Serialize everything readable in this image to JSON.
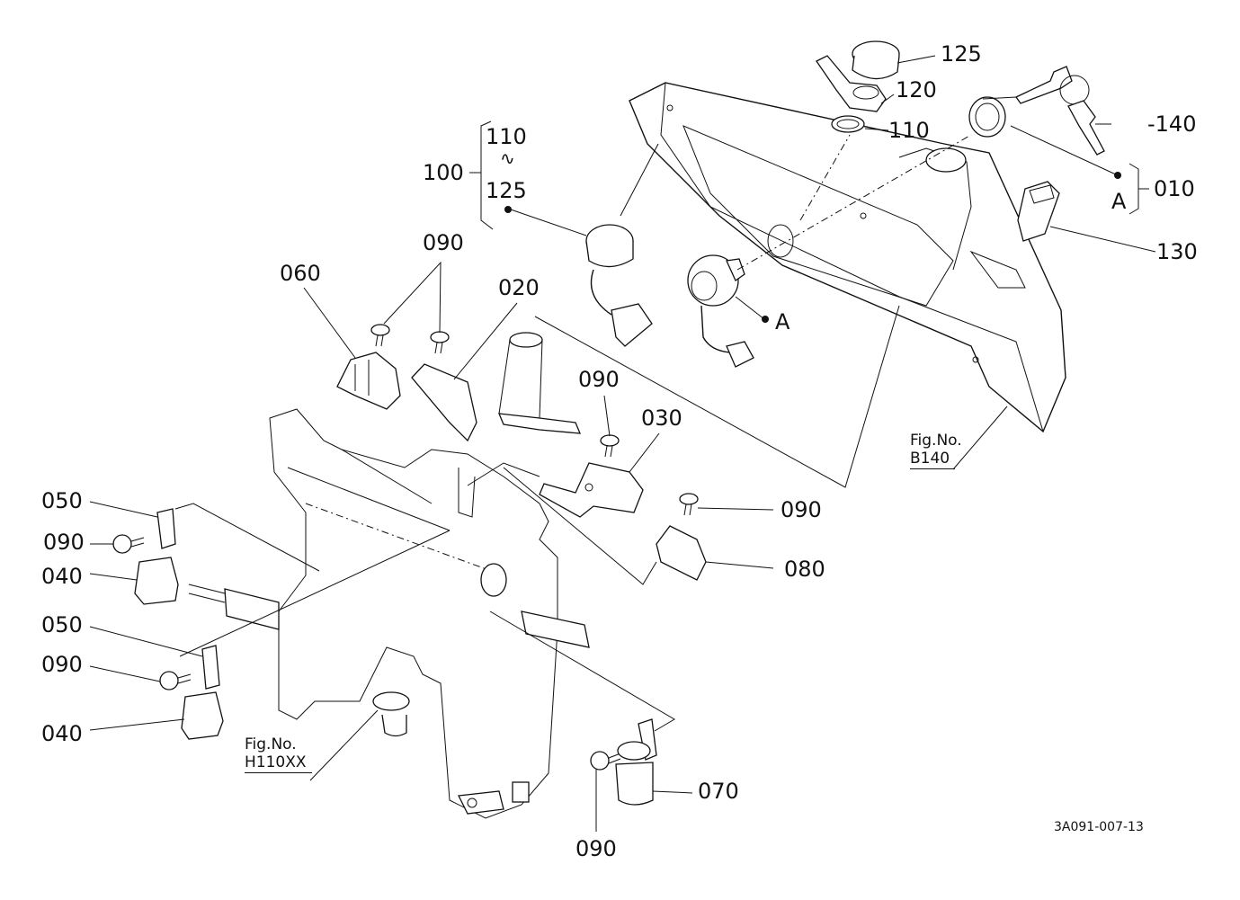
{
  "diagram": {
    "drawing_code": "3A091-007-13",
    "callouts": [
      {
        "id": "c125",
        "text": "125"
      },
      {
        "id": "c120",
        "text": "120"
      },
      {
        "id": "c110",
        "text": "110"
      },
      {
        "id": "c140",
        "text": "-140"
      },
      {
        "id": "c010",
        "text": "010"
      },
      {
        "id": "c130",
        "text": "130"
      },
      {
        "id": "c100",
        "text": "100"
      },
      {
        "id": "c100_from",
        "text": "110"
      },
      {
        "id": "c100_range",
        "text": "∿"
      },
      {
        "id": "c100_to",
        "text": "125"
      },
      {
        "id": "cA1",
        "text": "A"
      },
      {
        "id": "cA2",
        "text": "A"
      },
      {
        "id": "c090a",
        "text": "090"
      },
      {
        "id": "c060",
        "text": "060"
      },
      {
        "id": "c020",
        "text": "020"
      },
      {
        "id": "c090b",
        "text": "090"
      },
      {
        "id": "c030",
        "text": "030"
      },
      {
        "id": "c090c",
        "text": "090"
      },
      {
        "id": "c080",
        "text": "080"
      },
      {
        "id": "c050a",
        "text": "050"
      },
      {
        "id": "c090d",
        "text": "090"
      },
      {
        "id": "c040a",
        "text": "040"
      },
      {
        "id": "c050b",
        "text": "050"
      },
      {
        "id": "c090e",
        "text": "090"
      },
      {
        "id": "c040b",
        "text": "040"
      },
      {
        "id": "c070",
        "text": "070"
      },
      {
        "id": "c090f",
        "text": "090"
      }
    ],
    "figure_refs": [
      {
        "caption": "Fig.No.",
        "ref": "B140"
      },
      {
        "caption": "Fig.No.",
        "ref": "H110XX"
      }
    ]
  }
}
